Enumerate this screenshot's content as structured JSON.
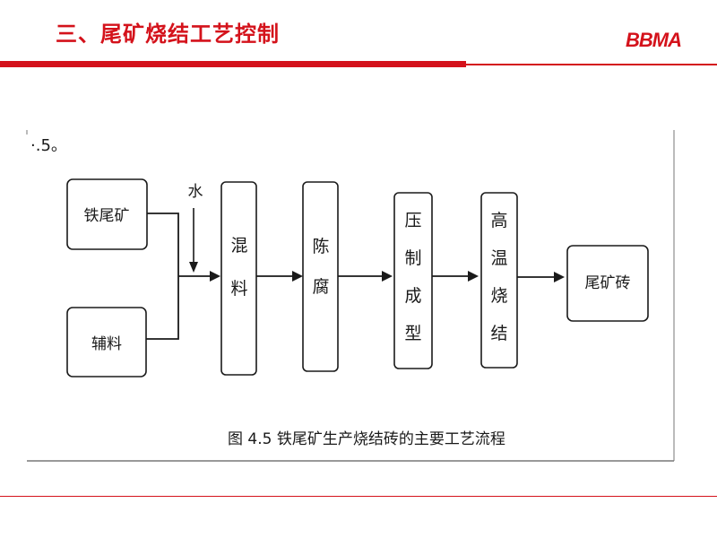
{
  "header": {
    "title": "三、尾矿烧结工艺控制",
    "logo": "BBMA"
  },
  "figure": {
    "corner_text": "·.5。",
    "inputs": [
      "铁尾矿",
      "辅料"
    ],
    "water_label": "水",
    "steps": [
      [
        "混",
        "料"
      ],
      [
        "陈",
        "腐"
      ],
      [
        "压",
        "制",
        "成",
        "型"
      ],
      [
        "高",
        "温",
        "烧",
        "结"
      ]
    ],
    "output": "尾矿砖",
    "caption": "图 4.5  铁尾矿生产烧结砖的主要工艺流程"
  },
  "colors": {
    "accent": "#d4121b",
    "ink": "#1a1a1a"
  }
}
